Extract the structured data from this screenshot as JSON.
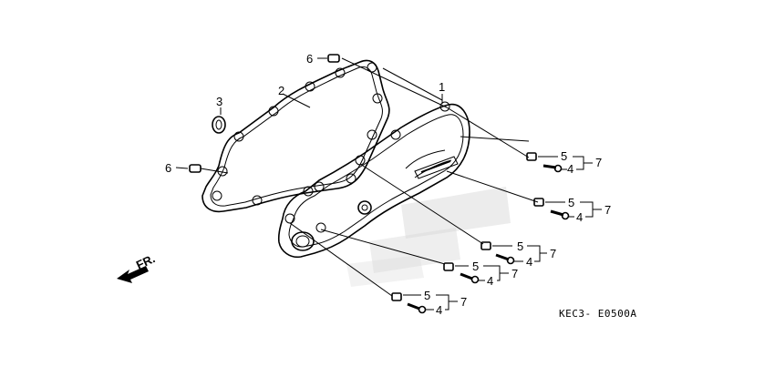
{
  "diagram": {
    "callouts": {
      "c1": "1",
      "c2": "2",
      "c3": "3",
      "c6a": "6",
      "c6b": "6",
      "g1_5": "5",
      "g1_4": "4",
      "g1_7": "7",
      "g2_5": "5",
      "g2_4": "4",
      "g2_7": "7",
      "g3_5": "5",
      "g3_4": "4",
      "g3_7": "7",
      "g4_5": "5",
      "g4_4": "4",
      "g4_7": "7",
      "g5_5": "5",
      "g5_4": "4",
      "g5_7": "7"
    },
    "direction_label": "FR.",
    "figure_code": "KEC3- E0500A"
  }
}
